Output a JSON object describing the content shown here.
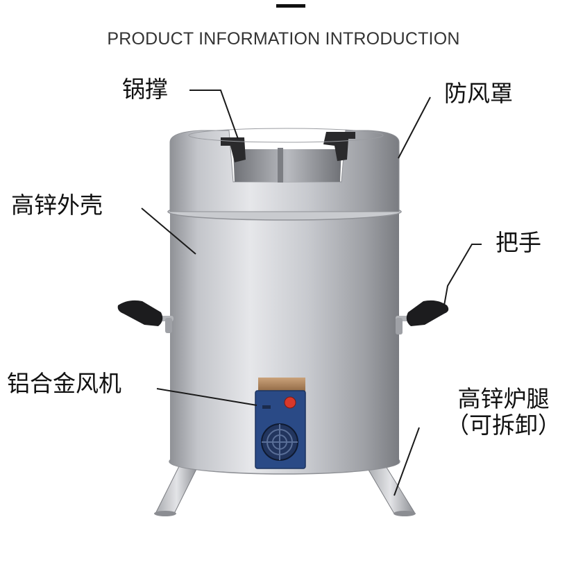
{
  "header": {
    "title": "PRODUCT INFORMATION INTRODUCTION"
  },
  "labels": {
    "pot_support": "锅撑",
    "windshield": "防风罩",
    "shell": "高锌外壳",
    "handle": "把手",
    "fan": "铝合金风机",
    "legs_line1": "高锌炉腿",
    "legs_line2": "（可拆卸）"
  },
  "colors": {
    "steel_light": "#dcdde0",
    "steel_mid": "#a9abb0",
    "steel_dark": "#7e8086",
    "handle_black": "#1c1c1e",
    "fan_box": "#2a4a86",
    "switch_red": "#d8382a"
  }
}
